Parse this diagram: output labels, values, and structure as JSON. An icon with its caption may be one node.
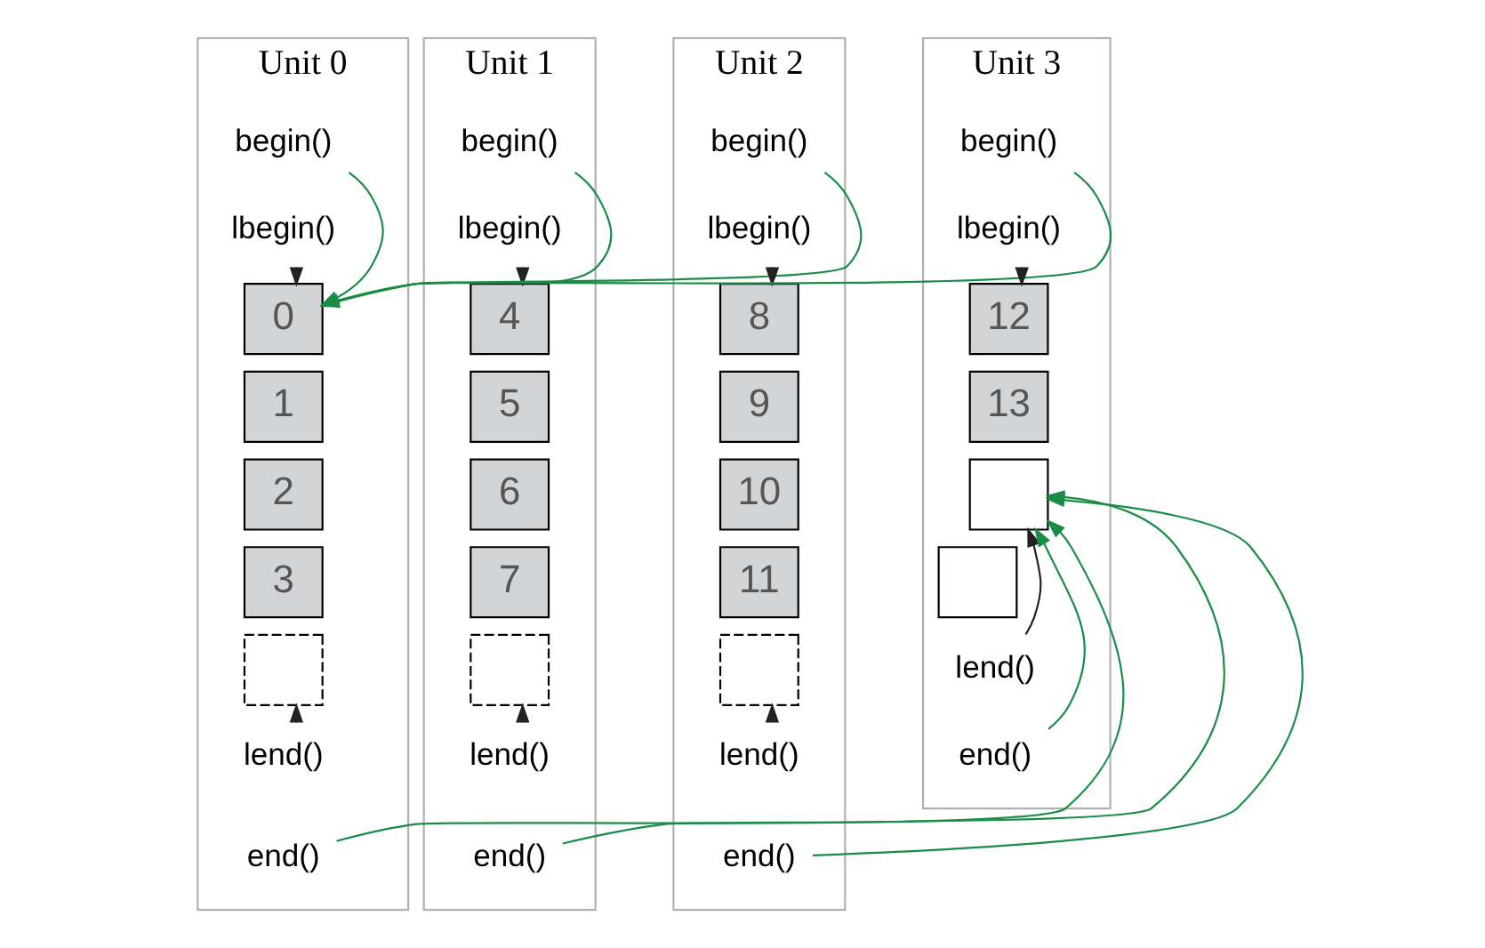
{
  "diagram": {
    "nodes": [
      {
        "text": [
          "Unit 0"
        ]
      },
      {
        "text": [
          "begin()"
        ],
        "in": 0
      },
      {
        "text": [
          "lbegin()"
        ],
        "in": 0
      },
      {
        "text": [
          "0"
        ],
        "in": 0
      },
      {
        "text": [
          "1"
        ],
        "in": 0
      },
      {
        "text": [
          "2"
        ],
        "in": 0
      },
      {
        "text": [
          "3"
        ],
        "in": 0
      },
      {
        "text": [],
        "shape": "box",
        "in": 0
      },
      {
        "text": [
          "lend()"
        ],
        "in": 0
      },
      {
        "text": [
          "end()"
        ],
        "in": 0
      },
      {
        "text": [
          "Unit 1"
        ]
      },
      {
        "text": [
          "begin()"
        ],
        "in": 10
      },
      {
        "text": [
          "lbegin()"
        ],
        "in": 10
      },
      {
        "text": [
          "4"
        ],
        "in": 10
      },
      {
        "text": [
          "5"
        ],
        "in": 10
      },
      {
        "text": [
          "6"
        ],
        "in": 10
      },
      {
        "text": [
          "7"
        ],
        "in": 10
      },
      {
        "text": [],
        "shape": "box",
        "in": 10
      },
      {
        "text": [
          "lend()"
        ],
        "in": 10
      },
      {
        "text": [
          "end()"
        ],
        "in": 10
      },
      {
        "text": [
          "Unit 2"
        ]
      },
      {
        "text": [
          "begin()"
        ],
        "in": 20
      },
      {
        "text": [
          "lbegin()"
        ],
        "in": 20
      },
      {
        "text": [
          "8"
        ],
        "in": 20
      },
      {
        "text": [
          "9"
        ],
        "in": 20
      },
      {
        "text": [
          "10"
        ],
        "in": 20
      },
      {
        "text": [
          "11"
        ],
        "in": 20
      },
      {
        "text": [],
        "shape": "box",
        "in": 20
      },
      {
        "text": [
          "lend()"
        ],
        "in": 20
      },
      {
        "text": [
          "end()"
        ],
        "in": 20
      },
      {
        "text": [
          "Unit 3"
        ]
      },
      {
        "text": [
          "begin()"
        ],
        "in": 30
      },
      {
        "text": [
          "lbegin()"
        ],
        "in": 30
      },
      {
        "text": [
          "12"
        ],
        "in": 30
      },
      {
        "text": [
          "13"
        ],
        "in": 30
      },
      {
        "text": [],
        "shape": "box",
        "in": 30
      },
      {
        "text": [],
        "shape": "box",
        "in": 30
      },
      {
        "text": [
          "lend()"
        ],
        "in": 30
      },
      {
        "text": [
          "end()"
        ],
        "in": 30
      }
    ],
    "edges": [
      {
        "from": 2,
        "to": 3,
        "arrow": "to"
      },
      {
        "from": 12,
        "to": 13,
        "arrow": "to"
      },
      {
        "from": 22,
        "to": 23,
        "arrow": "to"
      },
      {
        "from": 32,
        "to": 33,
        "arrow": "to"
      },
      {
        "from": 8,
        "to": 7,
        "arrow": "to"
      },
      {
        "from": 18,
        "to": 17,
        "arrow": "to"
      },
      {
        "from": 28,
        "to": 27,
        "arrow": "to"
      },
      {
        "from": 37,
        "to": 35,
        "arrow": "to"
      },
      {
        "from": 1,
        "to": 3,
        "arrow": "to",
        "color": "#1a8c46"
      },
      {
        "from": 11,
        "to": 3,
        "arrow": "to",
        "color": "#1a8c46"
      },
      {
        "from": 21,
        "to": 3,
        "arrow": "to",
        "color": "#1a8c46"
      },
      {
        "from": 31,
        "to": 3,
        "arrow": "to",
        "color": "#1a8c46"
      },
      {
        "from": 9,
        "to": 35,
        "arrow": "to",
        "color": "#1a8c46"
      },
      {
        "from": 19,
        "to": 35,
        "arrow": "to",
        "color": "#1a8c46"
      },
      {
        "from": 29,
        "to": 35,
        "arrow": "to",
        "color": "#1a8c46"
      },
      {
        "from": 38,
        "to": 35,
        "arrow": "to",
        "color": "#1a8c46"
      }
    ]
  }
}
